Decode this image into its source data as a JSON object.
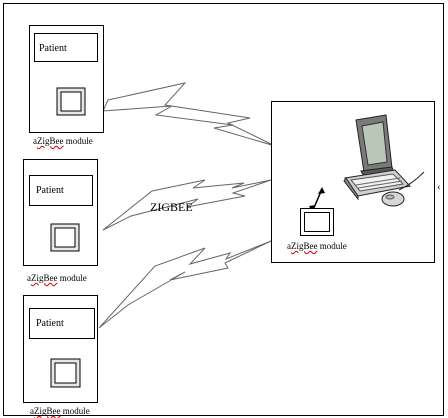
{
  "modules": [
    {
      "patient_label": "Patient",
      "module_prefix": "a",
      "module_word": "ZigBee",
      "module_suffix": " module"
    },
    {
      "patient_label": "Patient",
      "module_prefix": "a",
      "module_word": "ZigBee",
      "module_suffix": " module"
    },
    {
      "patient_label": "Patient",
      "module_prefix": "a",
      "module_word": "ZigBee",
      "module_suffix": " module"
    }
  ],
  "link_label": "ZIGBEE",
  "pc": {
    "module_prefix": "a",
    "module_word": "ZigBee",
    "module_suffix": " module"
  },
  "edge_mark": "‹"
}
